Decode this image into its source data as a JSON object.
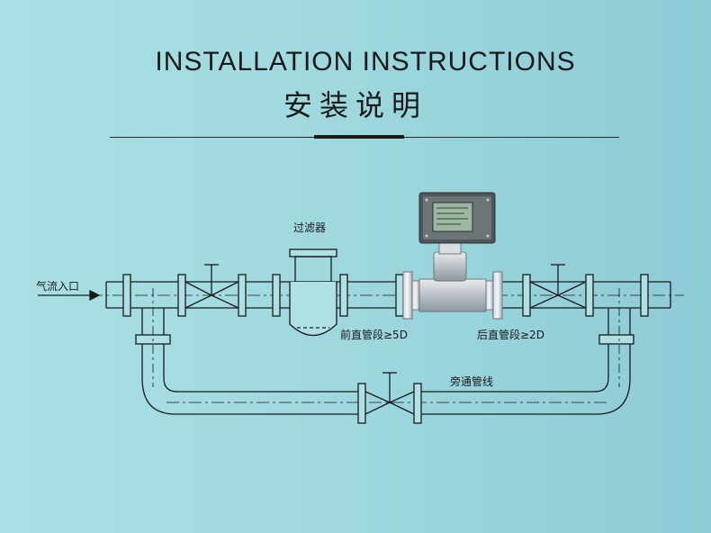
{
  "header": {
    "title_en": "INSTALLATION INSTRUCTIONS",
    "title_cn": "安装说明"
  },
  "diagram": {
    "labels": {
      "inlet": "气流入口",
      "filter": "过滤器",
      "upstream": "前直管段≥5D",
      "downstream": "后直管段≥2D",
      "bypass": "旁通管线"
    },
    "colors": {
      "line": "#1a1a1a",
      "pipe_fill": "#aee0e4",
      "meter_steel": "#c9ced2",
      "display_bg": "#9fb6a0"
    }
  }
}
